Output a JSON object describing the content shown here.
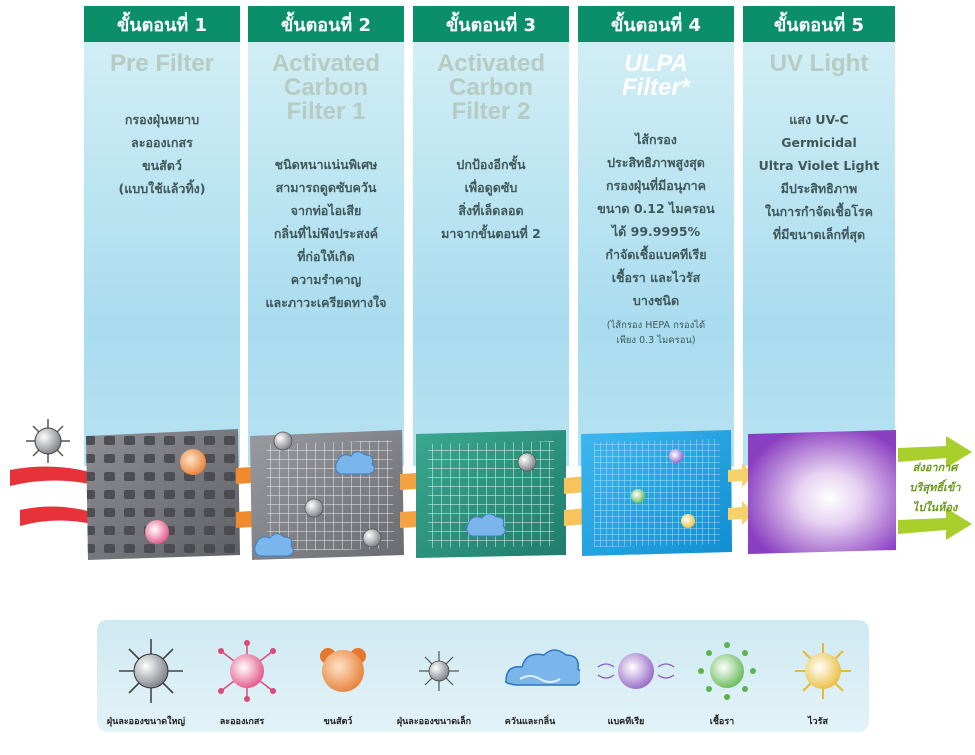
{
  "steps": [
    {
      "header": "ขั้นตอนที่ 1",
      "title": "Pre Filter",
      "desc": "กรองฝุ่นหยาบ\nละอองเกสร\nขนสัตว์\n(แบบใช้แล้วทิ้ง)"
    },
    {
      "header": "ขั้นตอนที่ 2",
      "title": "Activated\nCarbon\nFilter 1",
      "desc": "ชนิดหนาแน่นพิเศษ\nสามารถดูดซับควัน\nจากท่อไอเสีย\nกลิ่นที่ไม่พึงประสงค์\nที่ก่อให้เกิด\nความรำคาญ\nและภาวะเครียดทางใจ"
    },
    {
      "header": "ขั้นตอนที่ 3",
      "title": "Activated\nCarbon\nFilter 2",
      "desc": "ปกป้องอีกชั้น\nเพื่อดูดซับ\nสิ่งที่เล็ดลอด\nมาจากขั้นตอนที่ 2"
    },
    {
      "header": "ขั้นตอนที่ 4",
      "title": "ULPA\nFilter*",
      "desc": "ไส้กรอง\nประสิทธิภาพสูงสุด\nกรองฝุ่นที่มีอนุภาค\nขนาด 0.12 ไมครอน\nได้ 99.9995%\nกำจัดเชื้อแบคทีเรีย\nเชื้อรา และไวรัส\nบางชนิด",
      "note": "(ไส้กรอง HEPA กรองได้\nเพียง 0.3 ไมครอน)"
    },
    {
      "header": "ขั้นตอนที่ 5",
      "title": "UV Light",
      "desc": "แสง UV-C\nGermicidal\nUltra Violet Light\nมีประสิทธิภาพ\nในการกำจัดเชื้อโรค\nที่มีขนาดเล็กที่สุด"
    }
  ],
  "output_label": "ส่งอากาศ\nบริสุทธิ์เข้า\nไปในห้อง",
  "legend": [
    {
      "label": "ฝุ่นละอองขนาดใหญ่",
      "icon": "large-dust-icon"
    },
    {
      "label": "ละอองเกสร",
      "icon": "pollen-icon"
    },
    {
      "label": "ขนสัตว์",
      "icon": "animal-fur-icon"
    },
    {
      "label": "ฝุ่นละอองขนาดเล็ก",
      "icon": "small-dust-icon"
    },
    {
      "label": "ควันและกลิ่น",
      "icon": "smoke-odor-icon"
    },
    {
      "label": "แบคทีเรีย",
      "icon": "bacteria-icon"
    },
    {
      "label": "เชื้อรา",
      "icon": "fungus-icon"
    },
    {
      "label": "ไวรัส",
      "icon": "virus-icon"
    }
  ],
  "colors": {
    "header_green": "#0a8f6a",
    "column_blue": "#bfe6f2",
    "carbon_green": "#2a9a86",
    "ulpa_blue": "#1aa3e0",
    "uv_purple": "#8a3ec0",
    "arrow_red": "#e8323a",
    "arrow_orange": "#f08a2c",
    "arrow_green": "#a8cf2c"
  }
}
